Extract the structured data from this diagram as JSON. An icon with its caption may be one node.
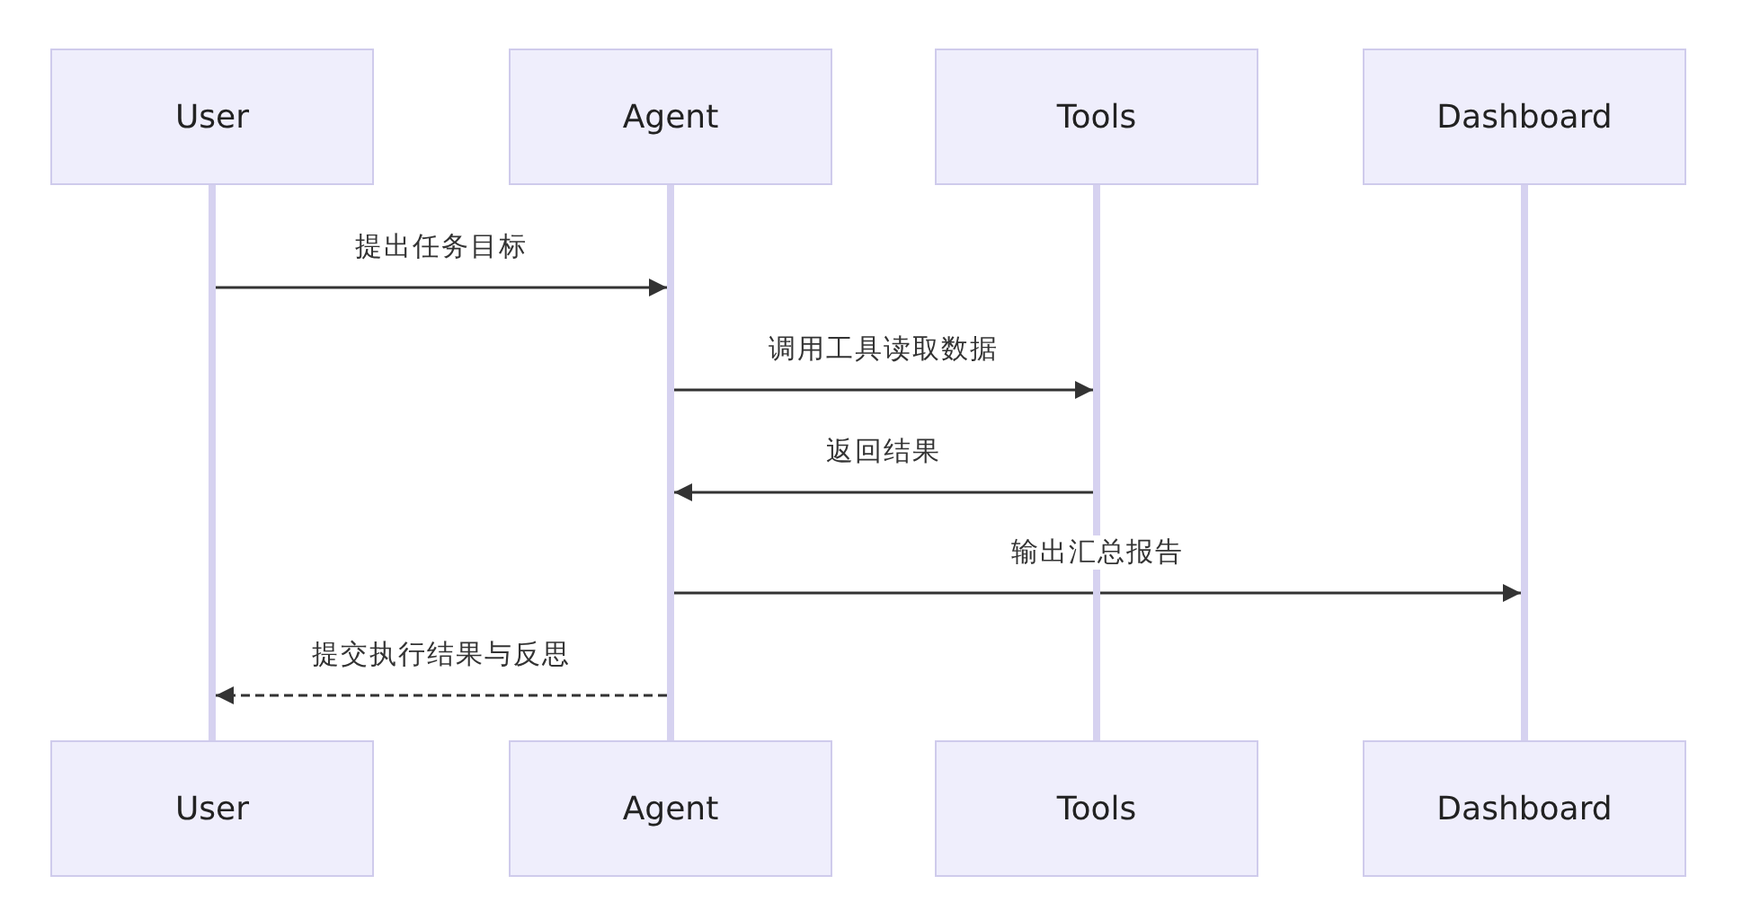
{
  "diagram": {
    "nodes": [
      {
        "text": [
          "User"
        ]
      },
      {
        "text": [
          "Agent"
        ]
      },
      {
        "text": [
          "Tools"
        ]
      },
      {
        "text": [
          "Dashboard"
        ]
      },
      {
        "text": [],
        "shape": "bar"
      },
      {
        "text": [],
        "shape": "bar"
      },
      {
        "text": [],
        "shape": "bar"
      },
      {
        "text": [],
        "shape": "bar"
      },
      {
        "text": [
          "User"
        ]
      },
      {
        "text": [
          "Agent"
        ]
      },
      {
        "text": [
          "Tools"
        ]
      },
      {
        "text": [
          "Dashboard"
        ]
      }
    ],
    "edges": [
      {
        "from": 4,
        "to": 5,
        "arrow": "to",
        "label": "提出任务目标"
      },
      {
        "from": 5,
        "to": 6,
        "arrow": "to",
        "label": "调用工具读取数据"
      },
      {
        "from": 6,
        "to": 5,
        "arrow": "to",
        "label": "返回结果"
      },
      {
        "from": 5,
        "to": 7,
        "arrow": "to",
        "label": "输出汇总报告"
      },
      {
        "from": 5,
        "to": 4,
        "arrow": "to",
        "label": "提交执行结果与反思",
        "style": "dashed"
      }
    ]
  }
}
